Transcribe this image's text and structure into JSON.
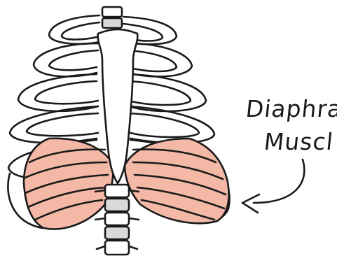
{
  "labels": {
    "line1": "Diaphra",
    "line2": "Muscl"
  },
  "colors": {
    "muscle_fill": "#f3b8a6",
    "outline": "#1a1a1a",
    "bone_shade": "#d9d9d9"
  },
  "icons": [
    "rib-cage-drawing",
    "diaphragm-muscle",
    "spine",
    "sternum",
    "curved-arrow"
  ]
}
